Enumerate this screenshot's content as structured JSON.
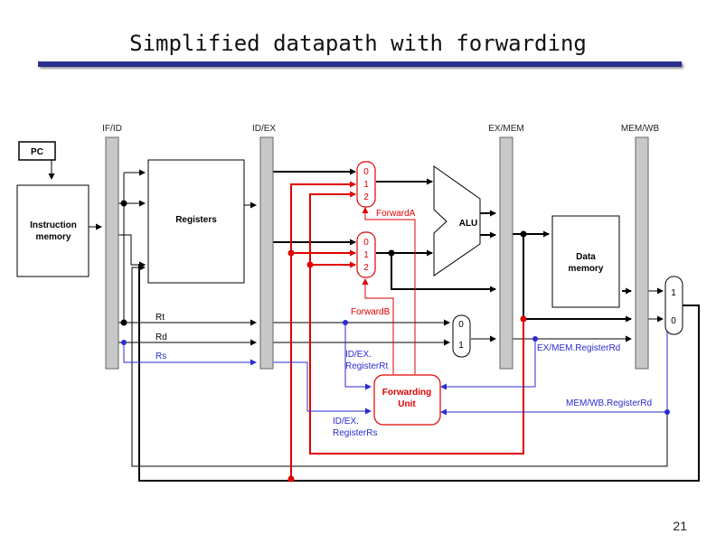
{
  "title": "Simplified datapath with forwarding",
  "page_number": "21",
  "colors": {
    "forward_path": "#e00000",
    "register_path": "#2b2bd0",
    "main_path": "#000000",
    "title_rule": "#2a2f8f"
  },
  "pipeline_registers": [
    "IF/ID",
    "ID/EX",
    "EX/MEM",
    "MEM/WB"
  ],
  "blocks": {
    "pc": "PC",
    "instruction_memory": [
      "Instruction",
      "memory"
    ],
    "registers": "Registers",
    "alu": "ALU",
    "data_memory": [
      "Data",
      "memory"
    ],
    "forwarding_unit": [
      "Forwarding",
      "Unit"
    ]
  },
  "mux_inputs": {
    "mux_a": [
      "0",
      "1",
      "2"
    ],
    "mux_b": [
      "0",
      "1",
      "2"
    ],
    "mux_rd": [
      "0",
      "1"
    ],
    "mux_wb": [
      "1",
      "0"
    ]
  },
  "signals": {
    "rt": "Rt",
    "rd": "Rd",
    "rs": "Rs",
    "forward_a": "ForwardA",
    "forward_b": "ForwardB",
    "idex_rt": [
      "ID/EX.",
      "RegisterRt"
    ],
    "idex_rs": [
      "ID/EX.",
      "RegisterRs"
    ],
    "exmem_rd": "EX/MEM.RegisterRd",
    "memwb_rd": "MEM/WB.RegisterRd"
  }
}
